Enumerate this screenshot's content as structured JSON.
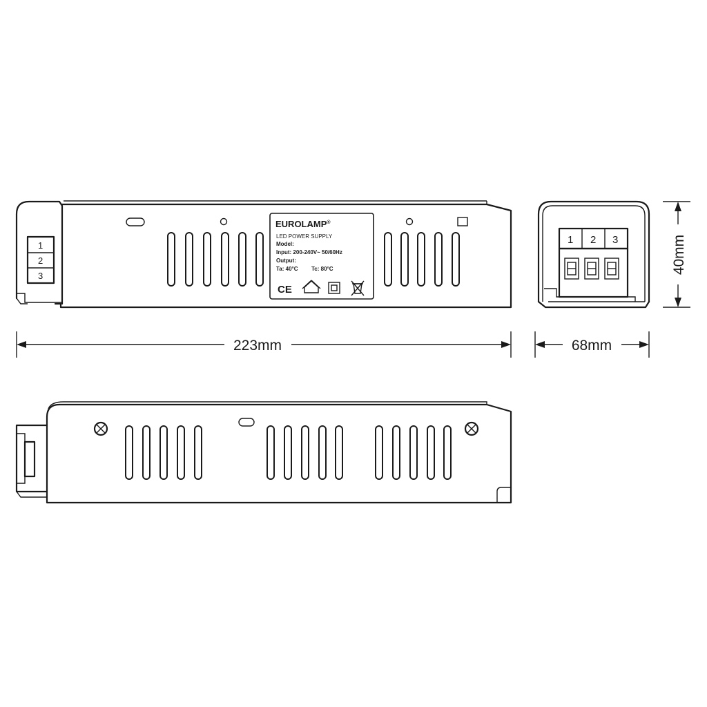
{
  "dimensions": {
    "length": "223mm",
    "width": "68mm",
    "height": "40mm"
  },
  "terminals": [
    "1",
    "2",
    "3"
  ],
  "label": {
    "brand": "EUROLAMP",
    "registered": "®",
    "product": "LED POWER SUPPLY",
    "model": "Model:",
    "input": "Input: 200-240V~ 50/60Hz",
    "output": "Output:",
    "ta": "Ta: 40°C",
    "tc": "Tc: 80°C",
    "ce_mark": "CE"
  },
  "icons": [
    "ce-mark-icon",
    "indoor-use-house-icon",
    "class-ii-double-square-icon",
    "weee-crossed-bin-icon"
  ]
}
